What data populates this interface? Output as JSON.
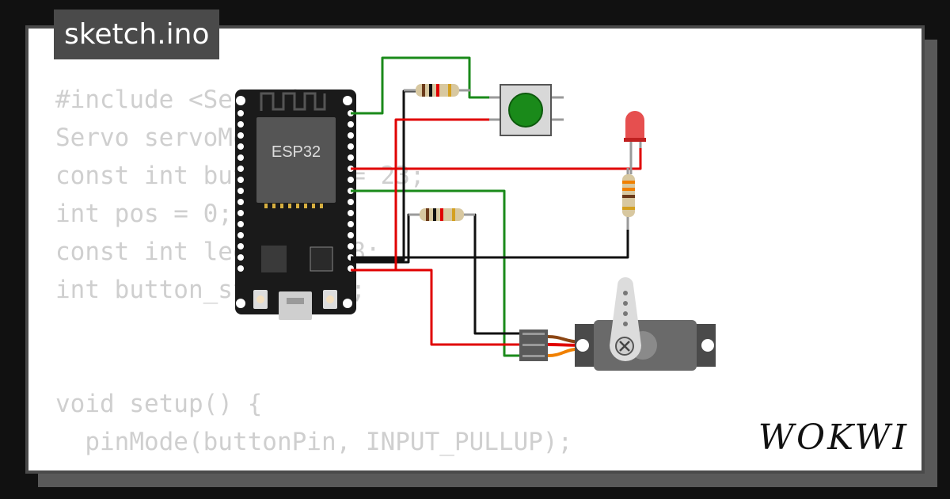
{
  "title_tab": {
    "label": "sketch.ino"
  },
  "brand": {
    "label": "WOKWI"
  },
  "code": {
    "lines": [
      "#include <Servo.h>",
      "Servo servoMotor;",
      "const int buttonPin = 23;",
      "int pos = 0;",
      "const int ledPin = 18;",
      "int button_state = 0;",
      "",
      "",
      "void setup() {",
      "  pinMode(buttonPin, INPUT_PULLUP);"
    ]
  },
  "board": {
    "label": "ESP32"
  },
  "wire_colors": {
    "red": "#e00000",
    "green": "#1a8a1a",
    "black": "#111111",
    "orange": "#f08000",
    "brown": "#8b4513"
  },
  "colors": {
    "background": "#111111",
    "card": "#ffffff",
    "tab": "#4a4a4a",
    "code_text": "#cfcfcf",
    "board": "#1a1a1a",
    "button_cap": "#1a8a1a",
    "led": "#e23030",
    "servo_body": "#6a6a6a"
  }
}
